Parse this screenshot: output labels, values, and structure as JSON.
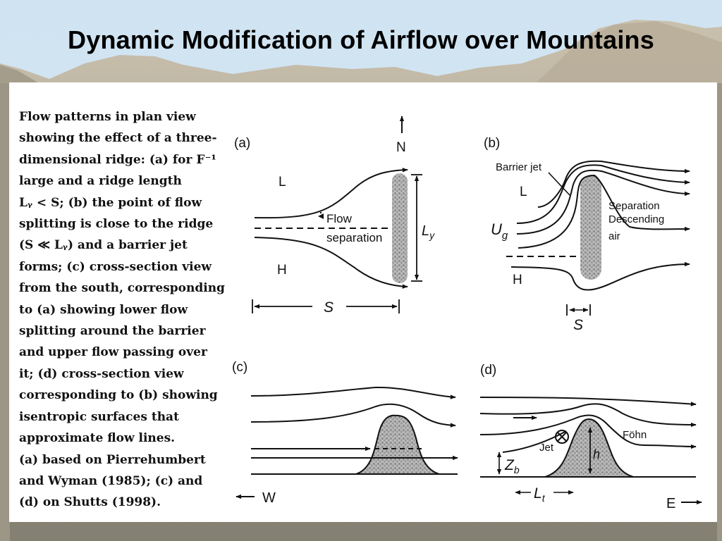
{
  "slide": {
    "title": "Dynamic Modification of Airflow over Mountains"
  },
  "caption_lines": [
    "Flow patterns in plan view",
    "showing the effect of a three-",
    "dimensional ridge: (a) for F⁻¹",
    "large and a ridge length",
    "Lᵧ < S; (b) the point of flow",
    "splitting is close to the ridge",
    "(S ≪ Lᵧ) and a barrier jet",
    "forms; (c) cross-section view",
    "from the south, corresponding",
    "to (a) showing lower flow",
    "splitting around the barrier",
    "and upper flow passing over",
    "it; (d) cross-section view",
    "corresponding to (b) showing",
    "isentropic surfaces that",
    "approximate flow lines.",
    "(a) based on Pierrehumbert",
    "and Wyman (1985); (c) and",
    "(d) on Shutts (1998)."
  ],
  "panel_a": {
    "label": "(a)",
    "north": "N",
    "low": "L",
    "high": "H",
    "flow_label": "Flow",
    "separation_label": "separation",
    "ly": "L",
    "ly_sub": "y",
    "s": "S"
  },
  "panel_b": {
    "label": "(b)",
    "barrier_jet": "Barrier jet",
    "low": "L",
    "high": "H",
    "ug": "U",
    "ug_sub": "g",
    "separation": "Separation",
    "descending": "Descending",
    "air": "air",
    "s": "S"
  },
  "panel_c": {
    "label": "(c)",
    "west": "W"
  },
  "panel_d": {
    "label": "(d)",
    "foehn": "Föhn",
    "jet": "Jet",
    "zb": "Z",
    "zb_sub": "b",
    "h": "h",
    "lt": "L",
    "lt_sub": "t",
    "east": "E"
  },
  "colors": {
    "line": "#111111",
    "ridge_fill": "#a8a8a8",
    "panel_bg": "#ffffff",
    "sky": "#d4e6f3"
  }
}
